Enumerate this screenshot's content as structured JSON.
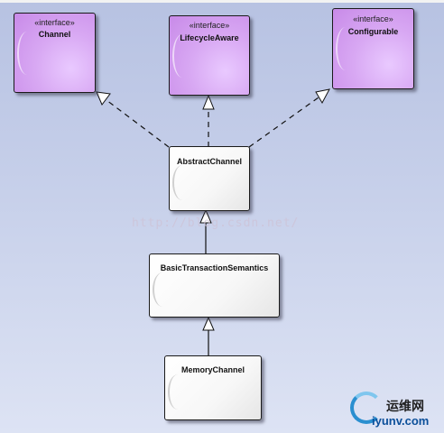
{
  "diagram": {
    "nodes": {
      "channel": {
        "stereotype": "«interface»",
        "name": "Channel"
      },
      "lifecycle_aware": {
        "stereotype": "«interface»",
        "name": "LifecycleAware"
      },
      "configurable": {
        "stereotype": "«interface»",
        "name": "Configurable"
      },
      "abstract_channel": {
        "name": "AbstractChannel"
      },
      "basic_transaction_semantics": {
        "name": "BasicTransactionSemantics"
      },
      "memory_channel": {
        "name": "MemoryChannel"
      }
    },
    "edges": [
      {
        "from": "abstract_channel",
        "to": "channel",
        "type": "realization"
      },
      {
        "from": "abstract_channel",
        "to": "lifecycle_aware",
        "type": "realization"
      },
      {
        "from": "abstract_channel",
        "to": "configurable",
        "type": "realization"
      },
      {
        "from": "basic_transaction_semantics",
        "to": "abstract_channel",
        "type": "generalization"
      },
      {
        "from": "memory_channel",
        "to": "basic_transaction_semantics",
        "type": "generalization"
      }
    ]
  },
  "watermark": {
    "text": "http://blog.csdn.net/"
  },
  "logo": {
    "name_cn": "运维网",
    "url": "iyunv.com"
  },
  "colors": {
    "interface_fill": "#d8a8f3",
    "class_fill": "#f7f7f7",
    "background": "#c7d0ea",
    "logo_blue": "#0b4f9a"
  }
}
